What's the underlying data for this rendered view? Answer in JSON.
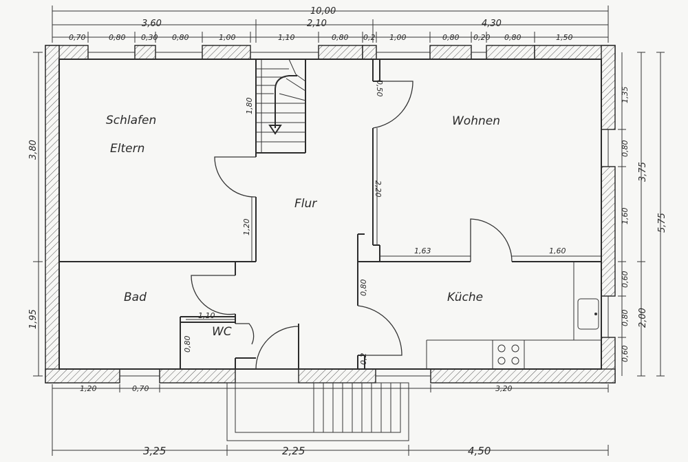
{
  "rooms": {
    "schlafen": "Schlafen",
    "eltern": "Eltern",
    "wohnen": "Wohnen",
    "flur": "Flur",
    "bad": "Bad",
    "wc": "WC",
    "kueche": "Küche"
  },
  "dims_top_outer": {
    "total": "10,00"
  },
  "dims_top_mid": {
    "left": "3,60",
    "center": "2,10",
    "right": "4,30"
  },
  "dims_top_segments": [
    "0,70",
    "0,80",
    "0,30",
    "0,80",
    "1,00",
    "1,10",
    "0,80",
    "0,2",
    "1,00",
    "0,80",
    "0,20",
    "0,80",
    "1,50"
  ],
  "dims_left": {
    "upper": "3,80",
    "lower": "1,95"
  },
  "dims_right_inner": [
    "1,35",
    "0,80",
    "1,60",
    "0,60",
    "0,80",
    "0,60"
  ],
  "dims_right_mid": {
    "upper": "3,75",
    "lower": "2,00"
  },
  "dims_right_outer": {
    "total": "5,75"
  },
  "dims_interior": {
    "stair_len": "1,80",
    "left_wall": "1,20",
    "wohnen_wall": "2,20",
    "wohnen_door": "0,50",
    "kitchen_left": "1,63",
    "kitchen_right": "1,60",
    "kueche_door": "0,80",
    "bottom_door": "0,2",
    "wc_width": "1,10",
    "wc_height": "0,80"
  },
  "dims_bottom_segments": {
    "a": "1,20",
    "b": "0,70",
    "c": "3,20"
  },
  "dims_bottom_outer": {
    "left": "3,25",
    "center": "2,25",
    "right": "4,50"
  }
}
